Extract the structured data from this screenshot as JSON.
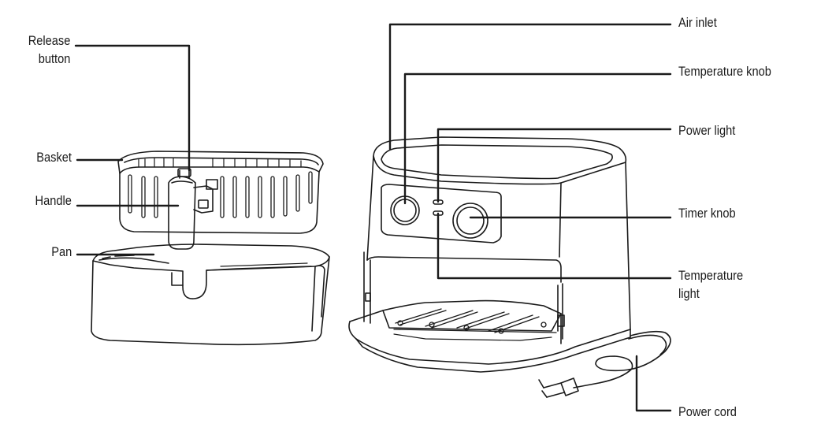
{
  "left_labels": {
    "release_button": [
      "Release",
      "button"
    ],
    "basket": "Basket",
    "handle": "Handle",
    "pan": "Pan"
  },
  "right_labels": {
    "air_inlet": "Air inlet",
    "temperature_knob": "Temperature knob",
    "power_light": "Power light",
    "timer_knob": "Timer knob",
    "temperature_light": [
      "Temperature",
      "light"
    ],
    "power_cord": "Power cord"
  },
  "colors": {
    "line": "#1a1a1a",
    "background": "#ffffff"
  }
}
